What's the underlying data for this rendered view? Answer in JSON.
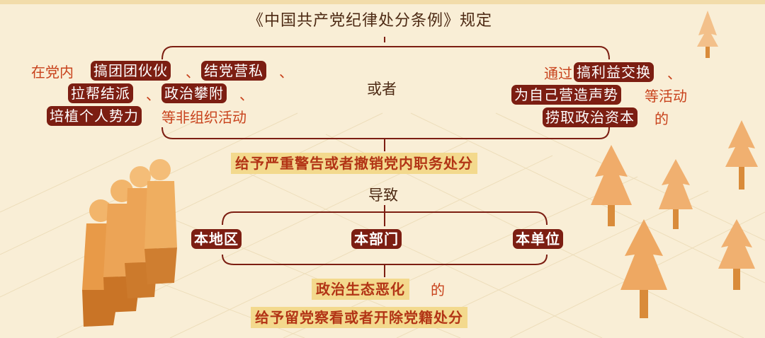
{
  "title": "《中国共产党纪律处分条例》规定",
  "left": {
    "prefix": "在党内",
    "items": [
      "搞团团伙伙",
      "结党营私",
      "拉帮结派",
      "政治攀附",
      "培植个人势力"
    ],
    "sep": "、",
    "suffix": "等非组织活动"
  },
  "middle": {
    "or": "或者"
  },
  "right": {
    "prefix": "通过",
    "items": [
      "搞利益交换",
      "为自己营造声势",
      "捞取政治资本"
    ],
    "sep": "、",
    "activity": "等活动",
    "end": "的"
  },
  "penalty1": "给予严重警告或者撤销党内职务处分",
  "leads_to": "导致",
  "scopes": [
    "本地区",
    "本部门",
    "本单位"
  ],
  "result": {
    "main": "政治生态恶化",
    "end": "的"
  },
  "penalty2": "给予留党察看或者开除党籍处分",
  "colors": {
    "background": "#f9eed6",
    "tag_bg": "#7c1e12",
    "highlight_bg": "#f3d98d",
    "accent_red": "#c8421c",
    "dark_text": "#4d2a14"
  }
}
